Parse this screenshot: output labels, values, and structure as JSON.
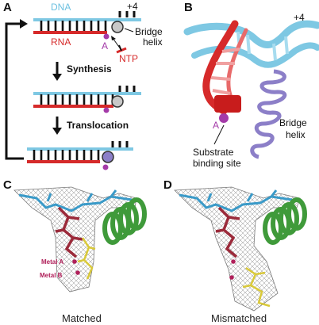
{
  "panels": {
    "a": {
      "label": "A",
      "dna": "DNA",
      "plus4": "+4",
      "rna": "RNA",
      "bridge_helix": [
        "Bridge",
        "helix"
      ],
      "site_a": "A",
      "ntp": "NTP",
      "synthesis": "Synthesis",
      "translocation": "Translocation"
    },
    "b": {
      "label": "B",
      "plus4": "+4",
      "site_a": "A",
      "substrate_site": [
        "Substrate",
        "binding site"
      ],
      "bridge_helix": [
        "Bridge",
        "helix"
      ]
    },
    "c": {
      "label": "C",
      "metal_a": "Metal A",
      "metal_b": "Metal B",
      "caption": "Matched"
    },
    "d": {
      "label": "D",
      "caption": "Mismatched"
    }
  },
  "colors": {
    "dna": "#7ec8e3",
    "rna": "#d62a2a",
    "bridge_helix_gray": "#c8c8c8",
    "bridge_helix_purple": "#8c7fc8",
    "site_a": "#a43aa8",
    "helix_green": "#3f9a3a",
    "nucleotide_yellow": "#d9c93a",
    "metal_magenta": "#b0205a"
  }
}
